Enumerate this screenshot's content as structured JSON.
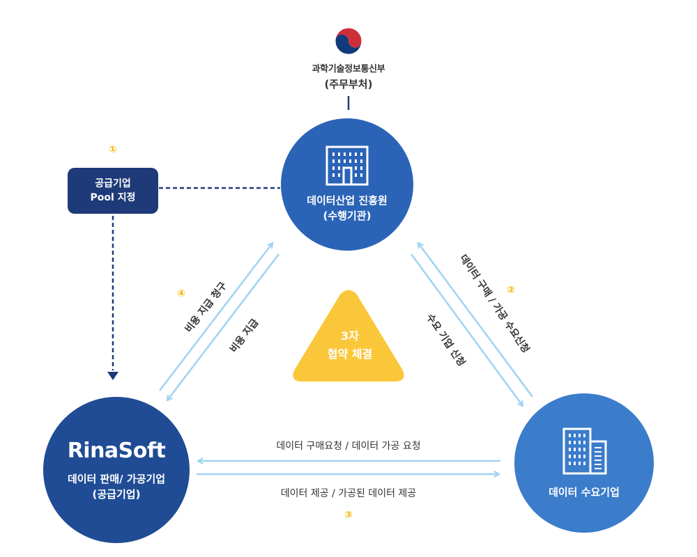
{
  "ministry": {
    "name": "과학기술정보통신부",
    "role": "(주무부처)"
  },
  "pool": {
    "line1": "공급기업",
    "line2": "Pool 지정"
  },
  "center": {
    "line1": "데이터산업 진흥원",
    "line2": "(수행기관)"
  },
  "left": {
    "brand": "RinaSoft",
    "line1": "데이터 판매/ 가공기업",
    "line2": "(공급기업)"
  },
  "right": {
    "line1": "데이터 수요기업"
  },
  "triangle": {
    "line1": "3자",
    "line2": "협약 체결"
  },
  "steps": {
    "s1": "①",
    "s2": "②",
    "s3": "③",
    "s4": "④"
  },
  "labels": {
    "fee_request": "비용 지급 청구",
    "fee_payment": "비용 지급",
    "purchase_request": "데이터 구매 / 가공 수요신청",
    "demand_apply": "수요 기업 신청",
    "top_h": "데이터 구매요청 / 데이터 가공 요청",
    "bottom_h": "데이터 제공 / 가공된 데이터 제공"
  },
  "colors": {
    "navy": "#1f3a78",
    "center_blue": "#2b64b6",
    "left_blue": "#1f4c94",
    "right_blue": "#3b7ccb",
    "arrow_light": "#9fd3f3",
    "accent_yellow": "#fbc73a",
    "step_orange": "#f4b400"
  }
}
